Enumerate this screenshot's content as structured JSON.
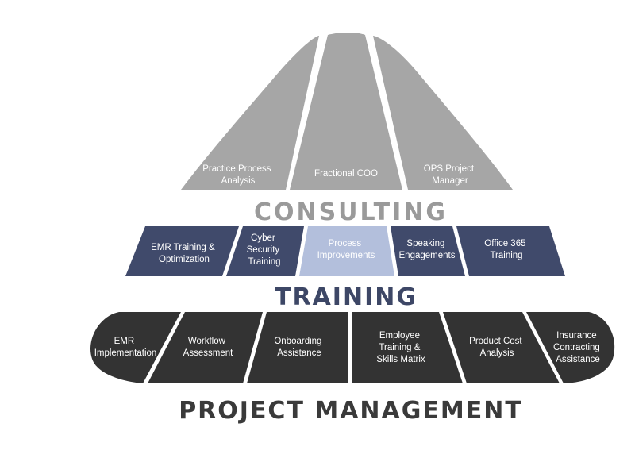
{
  "consulting": {
    "title": "CONSULTING",
    "items": [
      {
        "lines": [
          "Practice Process",
          "Analysis"
        ]
      },
      {
        "lines": [
          "Fractional COO"
        ]
      },
      {
        "lines": [
          "OPS Project",
          "Manager"
        ]
      }
    ]
  },
  "training": {
    "title": "TRAINING",
    "items": [
      {
        "lines": [
          "EMR Training &",
          "Optimization"
        ]
      },
      {
        "lines": [
          "Cyber",
          "Security",
          "Training"
        ]
      },
      {
        "lines": [
          "Process",
          "Improvements"
        ]
      },
      {
        "lines": [
          "Speaking",
          "Engagements"
        ]
      },
      {
        "lines": [
          "Office 365",
          "Training"
        ]
      }
    ]
  },
  "project_management": {
    "title": "PROJECT MANAGEMENT",
    "items": [
      {
        "lines": [
          "EMR",
          "Implementation"
        ]
      },
      {
        "lines": [
          "Workflow",
          "Assessment"
        ]
      },
      {
        "lines": [
          "Onboarding",
          "Assistance"
        ]
      },
      {
        "lines": [
          "Employee",
          "Training &",
          "Skills Matrix"
        ]
      },
      {
        "lines": [
          "Product Cost",
          "Analysis"
        ]
      },
      {
        "lines": [
          "Insurance",
          "Contracting",
          "Assistance"
        ]
      }
    ]
  },
  "colors": {
    "consulting_fill": "#a6a6a6",
    "consulting_title": "#9a9a9a",
    "training_fill": "#404a6b",
    "training_highlight": "#b3bfdc",
    "training_title": "#3d4766",
    "pm_fill": "#333333",
    "pm_title": "#3a3a3a",
    "label_text": "#ffffff"
  }
}
